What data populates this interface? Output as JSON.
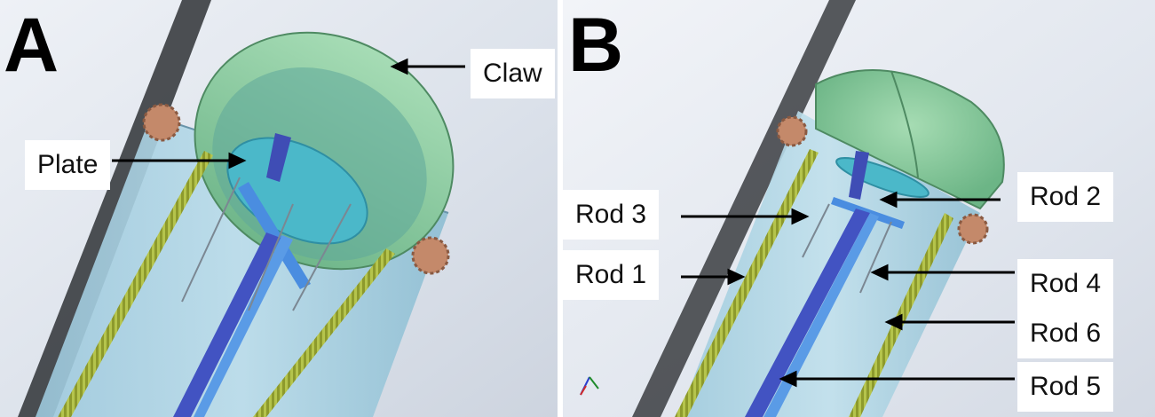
{
  "panels": [
    {
      "letter": "A",
      "labels": {
        "claw": "Claw",
        "plate": "Plate"
      }
    },
    {
      "letter": "B",
      "labels": {
        "rod3": "Rod 3",
        "rod2": "Rod 2",
        "rod1": "Rod 1",
        "rod4": "Rod 4",
        "rod6": "Rod 6",
        "rod5": "Rod 5"
      }
    }
  ],
  "colors": {
    "claw": "#8fd0a4",
    "tube": "#a9d2e4",
    "plate": "#47b7c6",
    "rack": "#b3c24a",
    "gear": "#c4896a",
    "rod_link": "#4656c0",
    "background": "#dfe5ee"
  }
}
